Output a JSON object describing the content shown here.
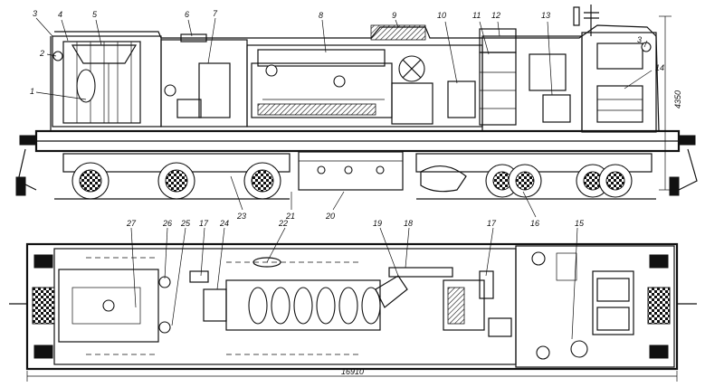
{
  "figure": {
    "callouts": {
      "c1": "1",
      "c2": "2",
      "c3a": "3",
      "c3b": "3",
      "c4": "4",
      "c5": "5",
      "c6": "6",
      "c7": "7",
      "c8": "8",
      "c9": "9",
      "c10": "10",
      "c11": "11",
      "c12": "12",
      "c13": "13",
      "c14": "14",
      "c15": "15",
      "c16": "16",
      "c17": "17",
      "c18": "18",
      "c19": "19",
      "c20": "20",
      "c21": "21",
      "c22": "22",
      "c23": "23",
      "c24": "24",
      "c25": "25",
      "c26": "26",
      "c27": "27"
    },
    "dimensions": {
      "height": "4350",
      "length": "16910"
    }
  }
}
